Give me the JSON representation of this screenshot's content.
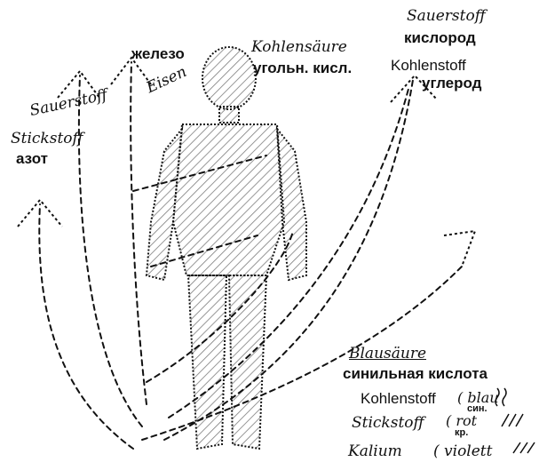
{
  "labels": {
    "sauerstoff_top": "Sauerstoff",
    "kislorod": "кислород",
    "zhelezo": "железо",
    "eisen": "Eisen",
    "kohlensaure": "Kohlensäure",
    "ugoln_kisl": "угольн. кисл.",
    "kohlenstoff_top": "Kohlenstoff",
    "uglerod": "углерод",
    "sauerstoff_left": "Sauerstoff",
    "stickstoff_left": "Stickstoff",
    "azot": "азот"
  },
  "legend": {
    "title_de": "Blausäure",
    "title_ru": "синильная кислота",
    "rows": [
      {
        "de": "Kohlenstoff",
        "color_de": "( blau",
        "color_ru": "син."
      },
      {
        "de": "Stickstoff",
        "color_de": "( rot",
        "color_ru": "кр."
      },
      {
        "de": "Kalium",
        "color_de": "( violett",
        "color_ru": ""
      }
    ]
  }
}
